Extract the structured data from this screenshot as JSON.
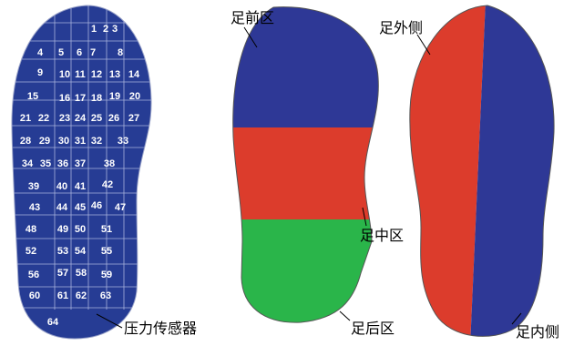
{
  "sensors": [
    "1",
    "2",
    "3",
    "4",
    "5",
    "6",
    "7",
    "8",
    "9",
    "10",
    "11",
    "12",
    "13",
    "14",
    "15",
    "16",
    "17",
    "18",
    "19",
    "20",
    "21",
    "22",
    "23",
    "24",
    "25",
    "26",
    "27",
    "28",
    "29",
    "30",
    "31",
    "32",
    "33",
    "34",
    "35",
    "36",
    "37",
    "38",
    "39",
    "40",
    "41",
    "42",
    "43",
    "44",
    "45",
    "46",
    "47",
    "48",
    "49",
    "50",
    "51",
    "52",
    "53",
    "54",
    "55",
    "56",
    "57",
    "58",
    "59",
    "60",
    "61",
    "62",
    "63",
    "64"
  ],
  "labels": {
    "pressure_sensor": "压力传感器",
    "forefoot": "足前区",
    "midfoot": "足中区",
    "rearfoot": "足后区",
    "lateral": "足外侧",
    "medial": "足内侧"
  },
  "colors": {
    "sensor_sole": "#263c94",
    "forefoot": "#2e3896",
    "midfoot": "#dc3c2c",
    "rearfoot": "#2ab54a",
    "lateral": "#dc3c2c",
    "medial": "#2e3896"
  }
}
